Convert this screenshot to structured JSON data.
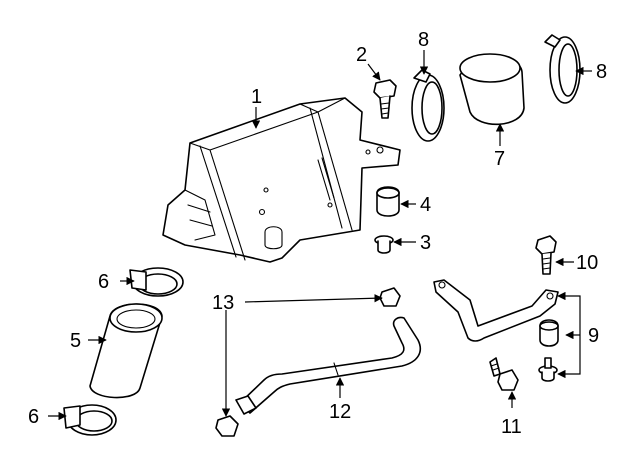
{
  "callouts": {
    "c1": "1",
    "c2": "2",
    "c3": "3",
    "c4": "4",
    "c5": "5",
    "c6a": "6",
    "c6b": "6",
    "c7": "7",
    "c8a": "8",
    "c8b": "8",
    "c9": "9",
    "c10": "10",
    "c11": "11",
    "c12": "12",
    "c13": "13"
  },
  "colors": {
    "line": "#000000",
    "background": "#ffffff"
  }
}
